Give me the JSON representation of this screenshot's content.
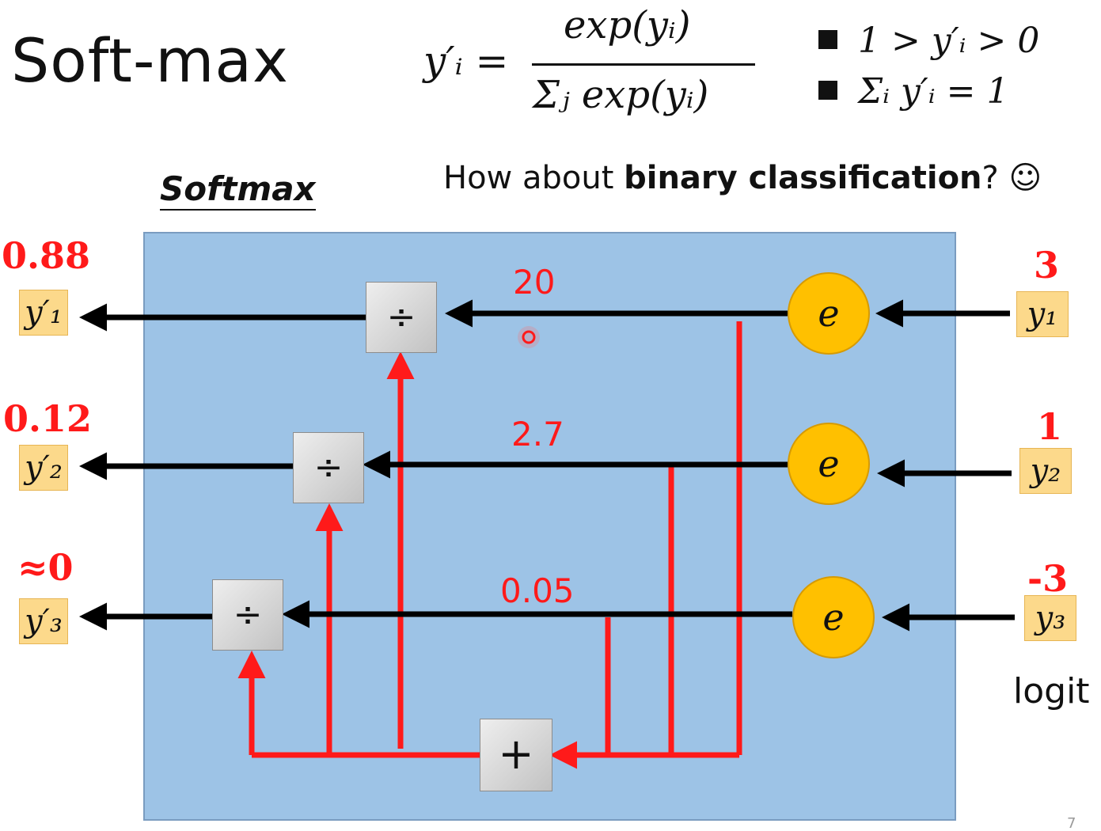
{
  "slide": {
    "title": "Soft-max",
    "page_number": "7"
  },
  "formula": {
    "lhs": "y′ᵢ =",
    "numerator": "exp(yᵢ)",
    "denominator": "Σⱼ exp(yᵢ)",
    "properties": [
      "1 > y′ᵢ > 0",
      "Σᵢ y′ᵢ  = 1"
    ]
  },
  "question": {
    "prefix": "How about ",
    "bold": "binary classification",
    "suffix": "? ☺"
  },
  "diagram": {
    "label": "Softmax",
    "inputs_label": "logit",
    "exp_symbol": "e",
    "divide_symbol": "÷",
    "sum_symbol": "+",
    "colors": {
      "background": "#9dc3e6",
      "exp_node": "#ffc000",
      "highlight": "#ff1a1a",
      "label_box": "#fcd98b"
    },
    "rows": [
      {
        "input_label": "y₁",
        "input_value": "3",
        "exp_value": "20",
        "output_label": "y′₁",
        "output_value": "0.88"
      },
      {
        "input_label": "y₂",
        "input_value": "1",
        "exp_value": "2.7",
        "output_label": "y′₂",
        "output_value": "0.12"
      },
      {
        "input_label": "y₃",
        "input_value": "-3",
        "exp_value": "0.05",
        "output_label": "y′₃",
        "output_value": "≈0"
      }
    ]
  }
}
